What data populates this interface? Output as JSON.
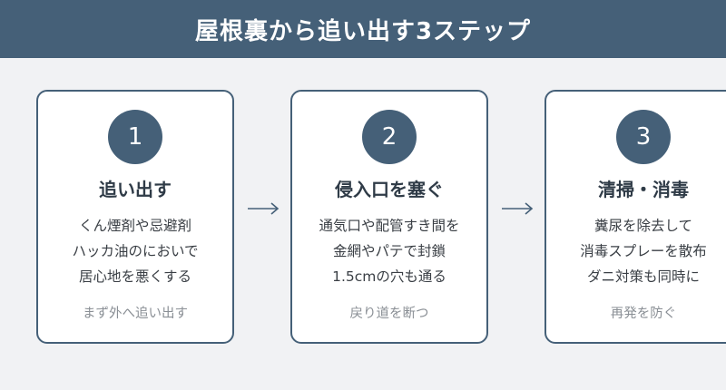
{
  "header": {
    "title": "屋根裏から追い出す3ステップ"
  },
  "steps": [
    {
      "number": "1",
      "title": "追い出す",
      "lines": [
        "くん煙剤や忌避剤",
        "ハッカ油のにおいで",
        "居心地を悪くする"
      ],
      "note": "まず外へ追い出す"
    },
    {
      "number": "2",
      "title": "侵入口を塞ぐ",
      "lines": [
        "通気口や配管すき間を",
        "金網やパテで封鎖",
        "1.5cmの穴も通る"
      ],
      "note": "戻り道を断つ"
    },
    {
      "number": "3",
      "title": "清掃・消毒",
      "lines": [
        "糞尿を除去して",
        "消毒スプレーを散布",
        "ダニ対策も同時に"
      ],
      "note": "再発を防ぐ"
    }
  ],
  "colors": {
    "accent": "#456078",
    "background": "#f1f2f4"
  },
  "icons": [
    "right-arrow-icon"
  ]
}
